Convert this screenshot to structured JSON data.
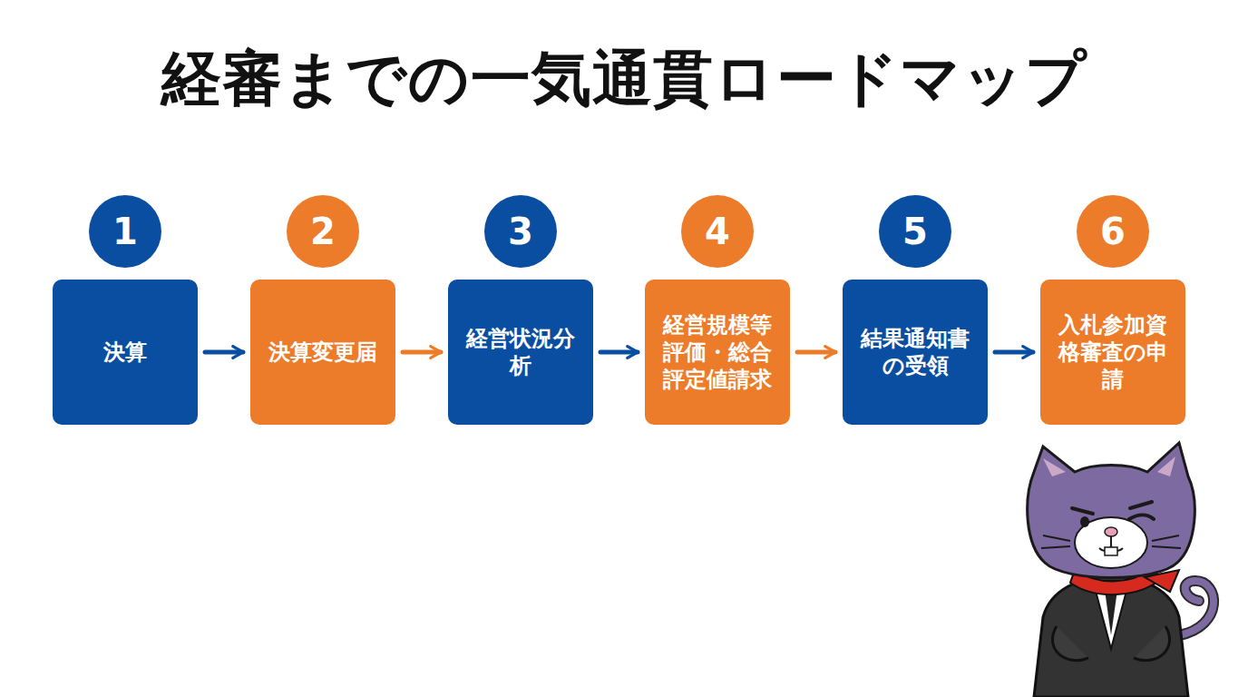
{
  "diagram": {
    "title": "経審までの一気通貫ロードマップ",
    "nodes": [
      {
        "text": [
          "1",
          "決算"
        ]
      },
      {
        "text": [
          "2",
          "決算変更届"
        ]
      },
      {
        "text": [
          "3",
          "経営状況分析"
        ]
      },
      {
        "text": [
          "4",
          "経営規模等評価・総合評定値請求"
        ]
      },
      {
        "text": [
          "5",
          "結果通知書の受領"
        ]
      },
      {
        "text": [
          "6",
          "入札参加資格審査の申請"
        ]
      }
    ],
    "edges": [
      {
        "from": 0,
        "to": 1,
        "arrow": "to"
      },
      {
        "from": 1,
        "to": 2,
        "arrow": "to"
      },
      {
        "from": 2,
        "to": 3,
        "arrow": "to"
      },
      {
        "from": 3,
        "to": 4,
        "arrow": "to"
      },
      {
        "from": 4,
        "to": 5,
        "arrow": "to"
      }
    ]
  }
}
